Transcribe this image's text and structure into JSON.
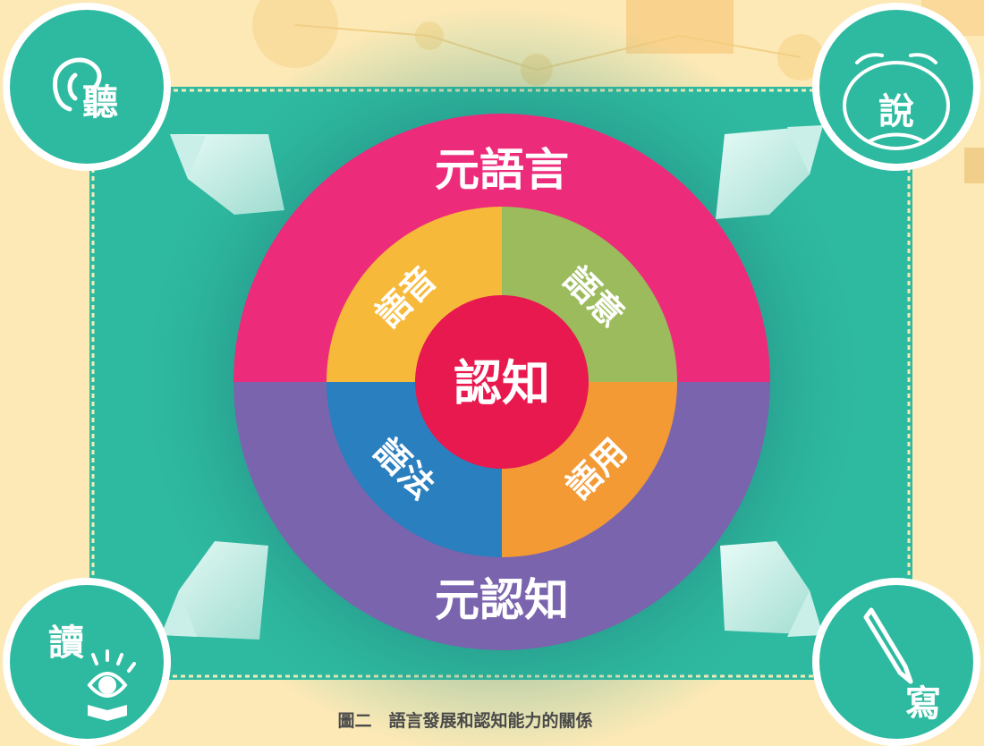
{
  "colors": {
    "background": "#fde9b6",
    "panel": "#2ebaa0",
    "outer_top": "#ed2b7b",
    "outer_bottom": "#7a64ad",
    "q_top_left": "#f7b93a",
    "q_top_right": "#9bbb5c",
    "q_bottom_left": "#2a7fbf",
    "q_bottom_right": "#f39a35",
    "center": "#e8194f",
    "badge": "#2ebaa0"
  },
  "diagram": {
    "outer_top_label": "元語言",
    "outer_bottom_label": "元認知",
    "quadrants": {
      "top_left": "語音",
      "top_right": "語意",
      "bottom_left": "語法",
      "bottom_right": "語用"
    },
    "center_label": "認知",
    "corners": {
      "top_left": {
        "label": "聽",
        "icon": "ear-icon"
      },
      "top_right": {
        "label": "說",
        "icon": "speaking-face-icon"
      },
      "bottom_left": {
        "label": "讀",
        "icon": "eye-book-icon"
      },
      "bottom_right": {
        "label": "寫",
        "icon": "pencil-icon"
      }
    }
  },
  "caption": "圖二　語言發展和認知能力的關係"
}
